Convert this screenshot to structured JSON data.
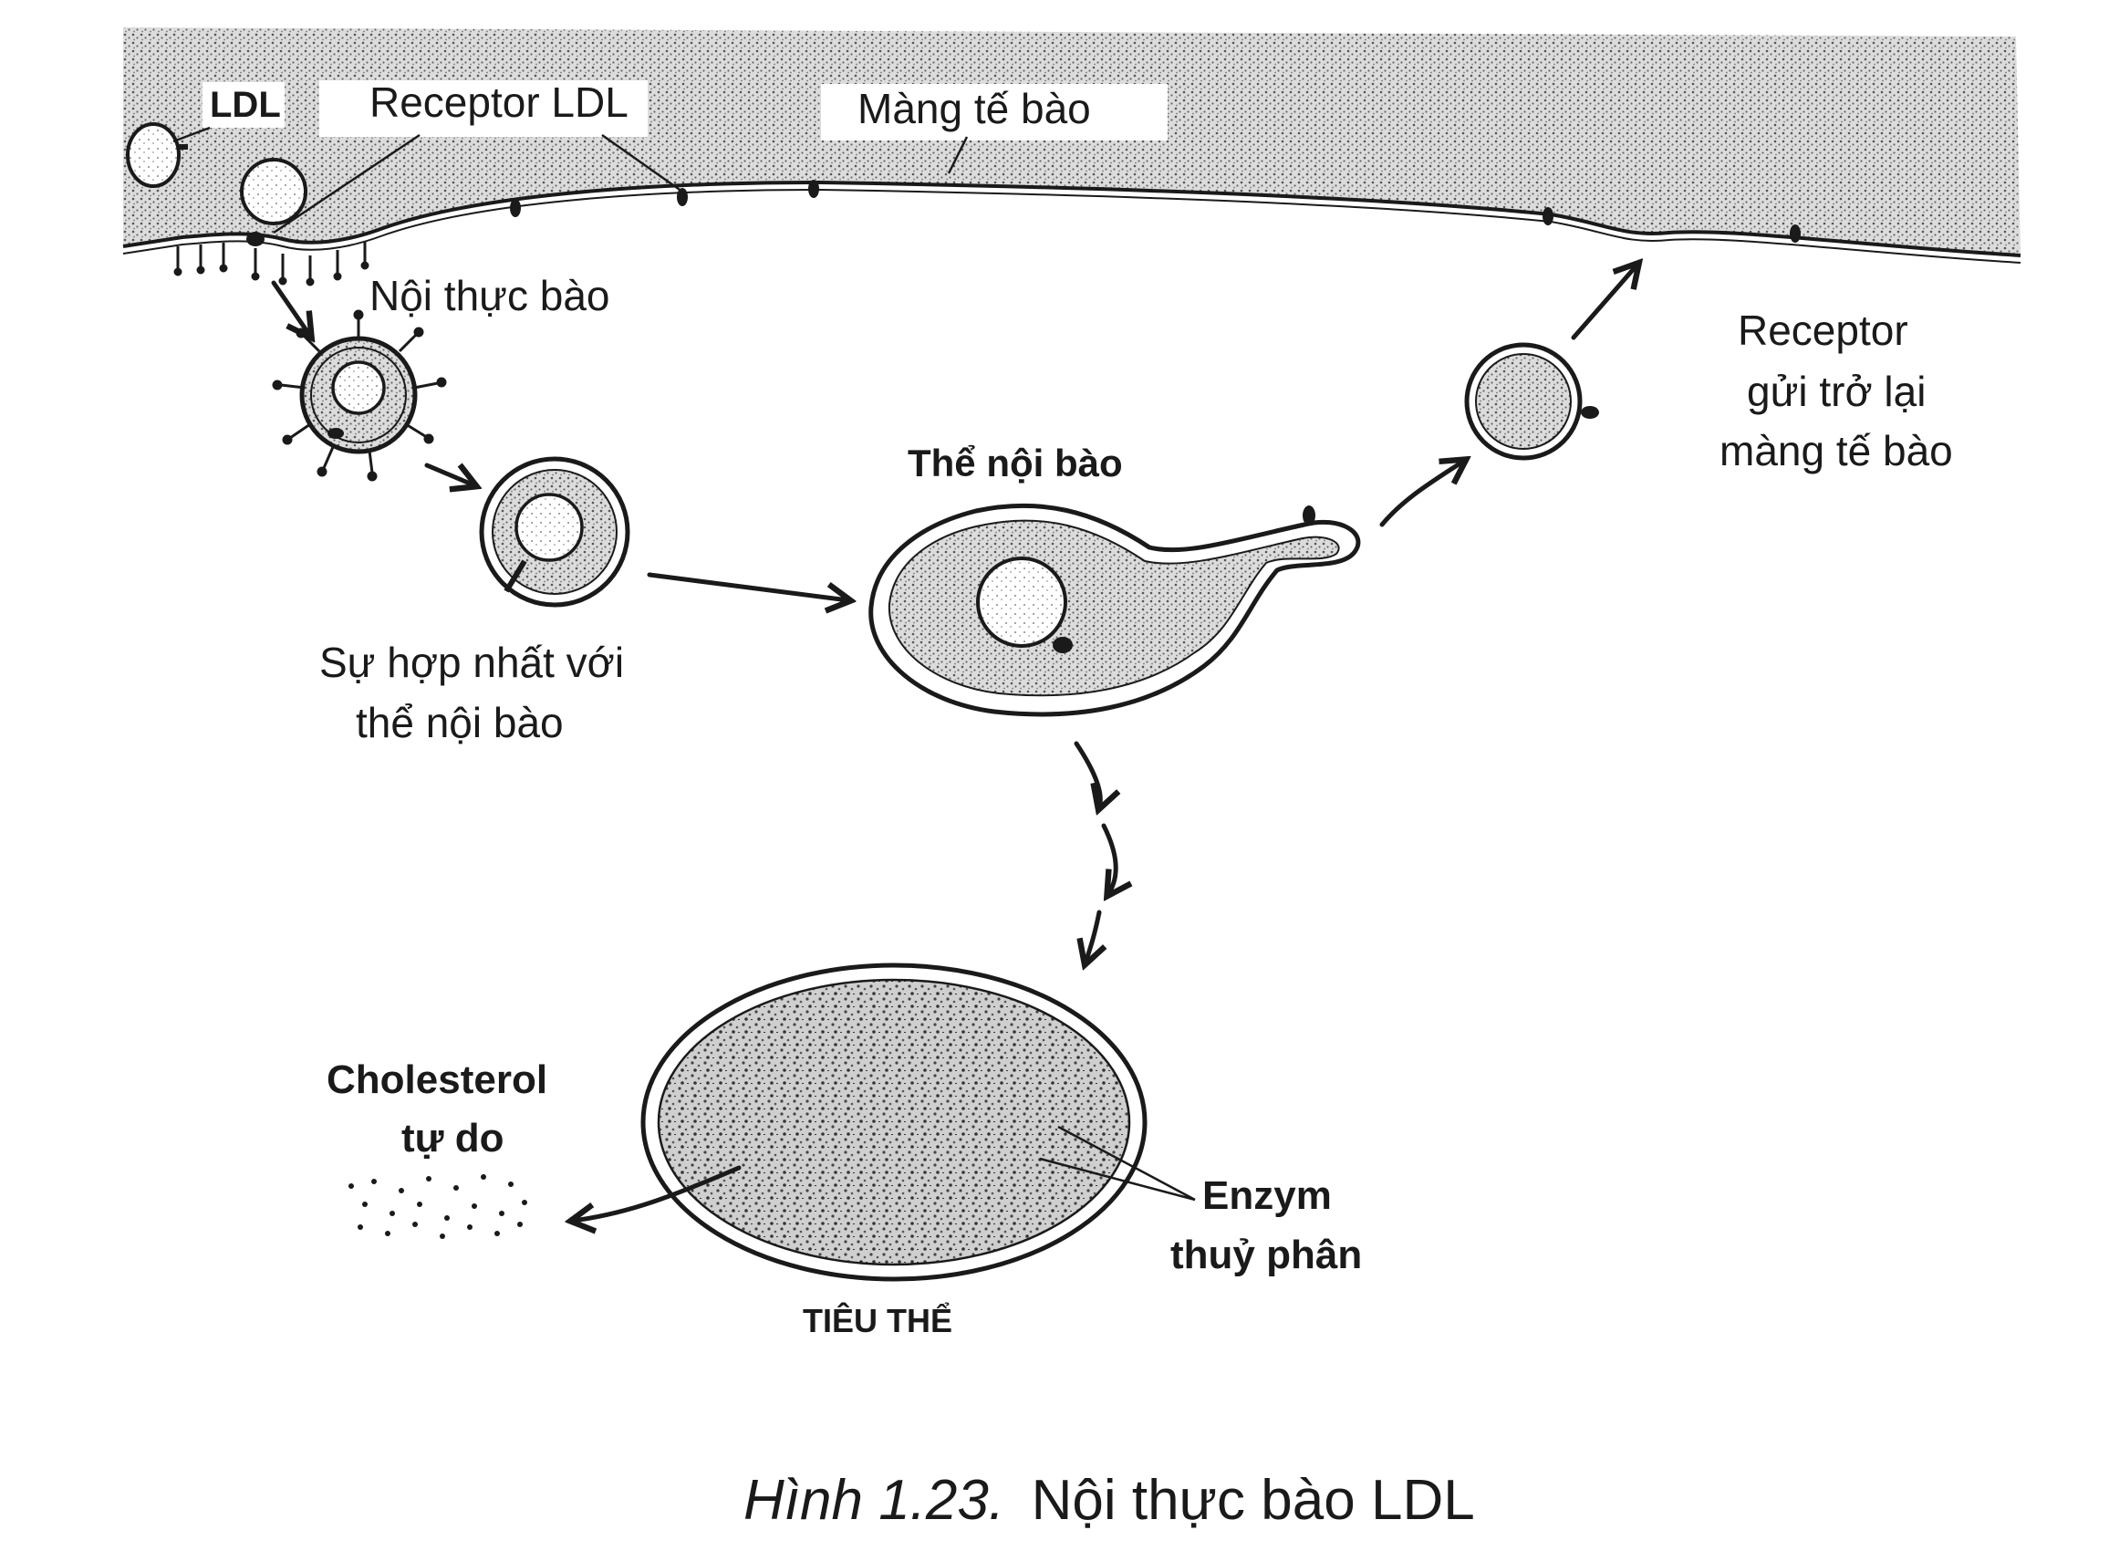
{
  "figure": {
    "labels": {
      "ldl": "LDL",
      "receptor_ldl": "Receptor LDL",
      "mang_te_bao": "Màng tế bào",
      "noi_thuc_bao": "Nội thực bào",
      "su_hop_nhat_1": "Sự hợp nhất với",
      "su_hop_nhat_2": "thể nội bào",
      "the_noi_bao": "Thể nội bào",
      "receptor_gui_1": "Receptor",
      "receptor_gui_2": "gửi trở lại",
      "receptor_gui_3": "màng tế bào",
      "cholesterol_1": "Cholesterol",
      "cholesterol_2": "tự do",
      "enzym_1": "Enzym",
      "enzym_2": "thuỷ phân",
      "tieu_the": "TIÊU THỂ"
    },
    "caption": {
      "number": "Hình 1.23.",
      "title": "Nội thực bào LDL"
    }
  }
}
